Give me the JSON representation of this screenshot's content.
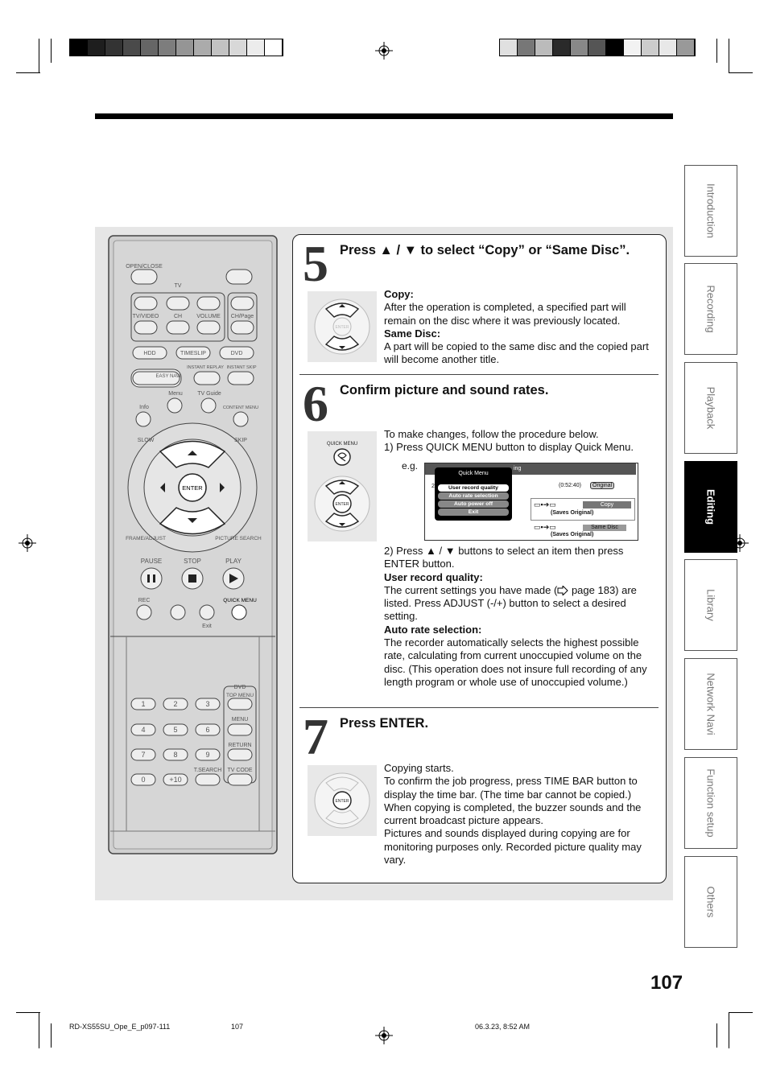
{
  "steps": [
    {
      "number": "5",
      "heading": "Press ▲ / ▼ to select “Copy” or “Same Disc”."
    },
    {
      "number": "6",
      "heading": "Confirm picture and sound rates."
    },
    {
      "number": "7",
      "heading": "Press ENTER."
    }
  ],
  "step5": {
    "copy_label": "Copy:",
    "copy_text": "After the operation is completed, a specified part will remain on the disc where it was previously located.",
    "same_label": "Same Disc:",
    "same_text": "A part will be copied to the same disc and the copied part will become another title."
  },
  "step6": {
    "intro": "To make changes, follow the procedure below.",
    "item1": "1) Press QUICK MENU button to display Quick Menu.",
    "eg": "e.g.",
    "item2": "2) Press ▲ / ▼ buttons to select an item then press ENTER button.",
    "uq_label": "User record quality:",
    "uq_text_before": "The current settings you have made (",
    "uq_text_after": " page 183) are listed. Press ADJUST (-/+) button to select a desired setting.",
    "ar_label": "Auto rate selection:",
    "ar_text": "The recorder automatically selects the highest possible rate, calculating from current unoccupied volume on the disc. (This operation does not insure full recording of any length program or whole use of unoccupied volume.)"
  },
  "quick_menu": {
    "title": "Quick Menu",
    "items": [
      "User record quality",
      "Auto rate selection",
      "Auto power off",
      "Exit"
    ],
    "time": "(0:52:40)",
    "original": "Original",
    "copy": "Copy",
    "saves1": "(Saves Original)",
    "same_disc": "Same Disc",
    "saves2": "(Saves Original)",
    "header_suffix": "ing",
    "row_num": "2"
  },
  "step7": {
    "l1": "Copying starts.",
    "l2": "To confirm the job progress, press TIME BAR button to display the time bar. (The time bar cannot be copied.)",
    "l3": "When copying is completed, the buzzer sounds and the current broadcast picture appears.",
    "l4": "Pictures and sounds displayed during copying are for monitoring purposes only. Recorded picture quality may vary."
  },
  "pad_labels": {
    "enter": "ENTER",
    "quick_menu": "QUICK MENU"
  },
  "remote": {
    "open_close": "OPEN/CLOSE",
    "tv": "TV",
    "tv_video": "TV/VIDEO",
    "ch": "CH",
    "volume": "VOLUME",
    "ch_page": "CH/Page",
    "hdd": "HDD",
    "timeslip": "TIMESLIP",
    "dvd": "DVD",
    "easy_navi": "EASY NAVI",
    "instant_replay": "INSTANT REPLAY",
    "instant_skip": "INSTANT SKIP",
    "menu": "Menu",
    "tv_guide": "TV Guide",
    "info": "Info",
    "content_menu": "CONTENT MENU",
    "slow": "SLOW",
    "skip": "SKIP",
    "enter": "ENTER",
    "frame_adjust": "FRAME/ADJUST",
    "picture_search": "PICTURE SEARCH",
    "pause": "PAUSE",
    "stop": "STOP",
    "play": "PLAY",
    "rec": "REC",
    "quick_menu": "QUICK MENU",
    "exit": "Exit",
    "dvd2": "DVD",
    "top_menu": "TOP MENU",
    "menu2": "MENU",
    "return": "RETURN",
    "tsearch": "T.SEARCH",
    "tv_code": "TV CODE",
    "keys": [
      "1",
      "2",
      "3",
      "4",
      "5",
      "6",
      "7",
      "8",
      "9",
      "0",
      "+10"
    ]
  },
  "tabs": [
    "Introduction",
    "Recording",
    "Playback",
    "Editing",
    "Library",
    "Network Navi",
    "Function setup",
    "Others"
  ],
  "active_tab": "Editing",
  "page_number": "107",
  "footer": {
    "file": "RD-XS55SU_Ope_E_p097-111",
    "page": "107",
    "date": "06.3.23, 8:52 AM"
  }
}
